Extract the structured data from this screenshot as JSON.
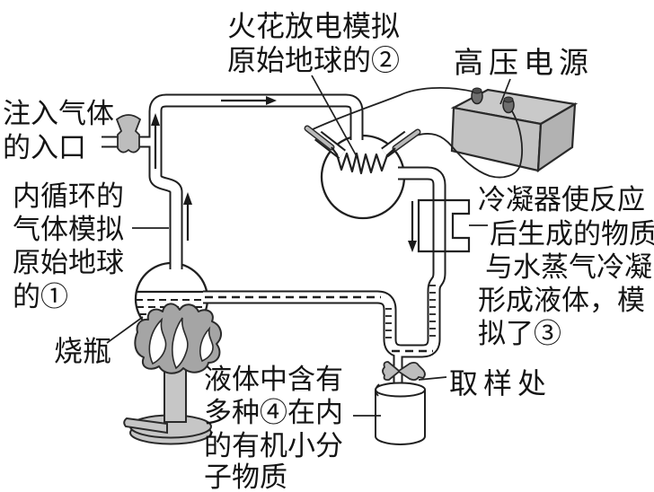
{
  "figure": {
    "type": "experiment-apparatus-diagram"
  },
  "colors": {
    "ink": "#1f1f1f",
    "background": "#ffffff",
    "metal_gray": "#c6c6c6",
    "metal_gray_dark": "#b2b2b2",
    "valve_gray": "#bdbdbd",
    "flame_gray": "#a5a5a5",
    "terminal_dark": "#6e6e6e"
  },
  "labels": {
    "spark_discharge": {
      "lines": [
        "火花放电模拟",
        "原始地球的②"
      ]
    },
    "power_supply": {
      "lines": [
        "高压电源"
      ]
    },
    "gas_inlet": {
      "lines": [
        "注入气体",
        "的入口"
      ]
    },
    "circulating_gas": {
      "lines": [
        "内循环的",
        "气体模拟",
        "原始地球",
        "的①"
      ]
    },
    "flask": {
      "lines": [
        "烧瓶"
      ]
    },
    "organic_liquid": {
      "lines": [
        "液体中含有",
        "多种④在内",
        "的有机小分",
        "子物质"
      ]
    },
    "condenser": {
      "lines": [
        "冷凝器使反应",
        "后生成的物质",
        "与水蒸气冷凝",
        "形成液体，模",
        "拟了③"
      ]
    },
    "sampling_point": {
      "lines": [
        "取样处"
      ]
    }
  },
  "components": [
    "gas-inlet-valve",
    "boiling-flask",
    "burner",
    "flame",
    "spark-discharge-flask",
    "electrodes",
    "high-voltage-power-supply",
    "condenser",
    "u-trap",
    "sampling-valve",
    "beaker"
  ],
  "flow_arrows": [
    {
      "direction": "up"
    },
    {
      "direction": "up"
    },
    {
      "direction": "right"
    },
    {
      "direction": "down"
    }
  ]
}
